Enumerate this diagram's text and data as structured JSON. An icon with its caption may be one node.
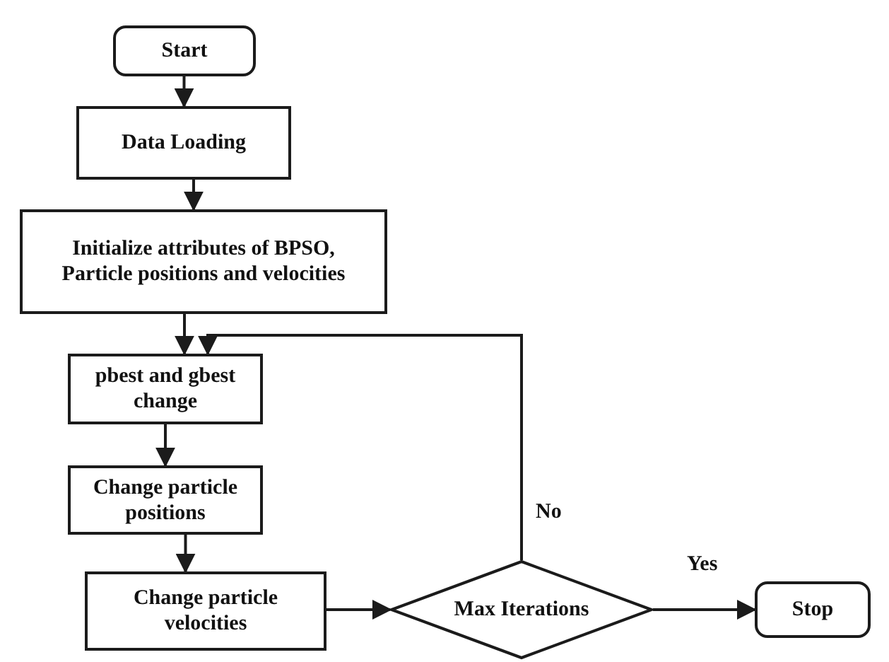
{
  "diagram": {
    "nodes": [
      {
        "text": [
          "Start"
        ]
      },
      {
        "text": [
          "Data Loading"
        ]
      },
      {
        "text": [
          "Initialize attributes of BPSO, Particle positions and velocities"
        ]
      },
      {
        "text": [
          "pbest and gbest change"
        ]
      },
      {
        "text": [
          "Change particle positions"
        ]
      },
      {
        "text": [
          "Change particle velocities"
        ]
      },
      {
        "text": [
          "Max Iterations"
        ]
      },
      {
        "text": [
          "Stop"
        ]
      }
    ],
    "edges": [
      {
        "from": 0,
        "to": 1,
        "arrow": "to"
      },
      {
        "from": 1,
        "to": 2,
        "arrow": "to"
      },
      {
        "from": 2,
        "to": 3,
        "arrow": "to"
      },
      {
        "from": 3,
        "to": 4,
        "arrow": "to"
      },
      {
        "from": 4,
        "to": 5,
        "arrow": "to"
      },
      {
        "from": 5,
        "to": 6,
        "arrow": "to"
      },
      {
        "from": 6,
        "to": 7,
        "arrow": "to",
        "label": "Yes"
      },
      {
        "from": 6,
        "to": 3,
        "arrow": "to",
        "label": "No"
      }
    ]
  }
}
